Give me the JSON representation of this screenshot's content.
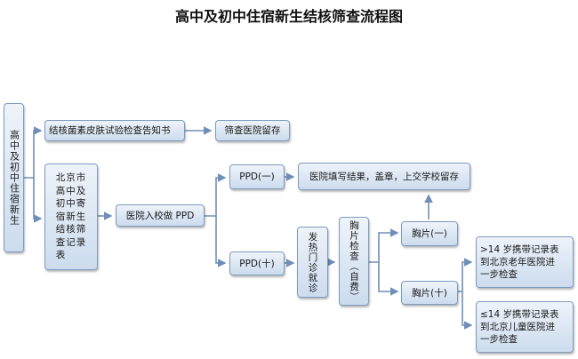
{
  "title": "高中及初中住宿新生结核筛查流程图",
  "nodes": {
    "students": "高中及初中住宿新生",
    "notice": "结核菌素皮肤试验检查告知书",
    "hospital_record": "筛查医院留存",
    "record_form": "北京市\n高中及\n初中寄\n宿新生\n结核筛\n查记录\n表",
    "ppd_test": "医院入校做 PPD",
    "ppd_negative": "PPD(一)",
    "fill_result": "医院填写结果，盖章，上交学校留存",
    "ppd_positive": "PPD(十)",
    "fever_clinic": "发热门诊就诊",
    "chest_xray_self": "胸片检查（自费）",
    "xray_negative": "胸片(一)",
    "xray_positive": "胸片(十)",
    "age_over_14": ">14 岁携带记录表\n到北京老年医院进\n一步检查",
    "age_under_14": "≤14 岁携带记录表\n到北京儿童医院进\n一步检查"
  }
}
